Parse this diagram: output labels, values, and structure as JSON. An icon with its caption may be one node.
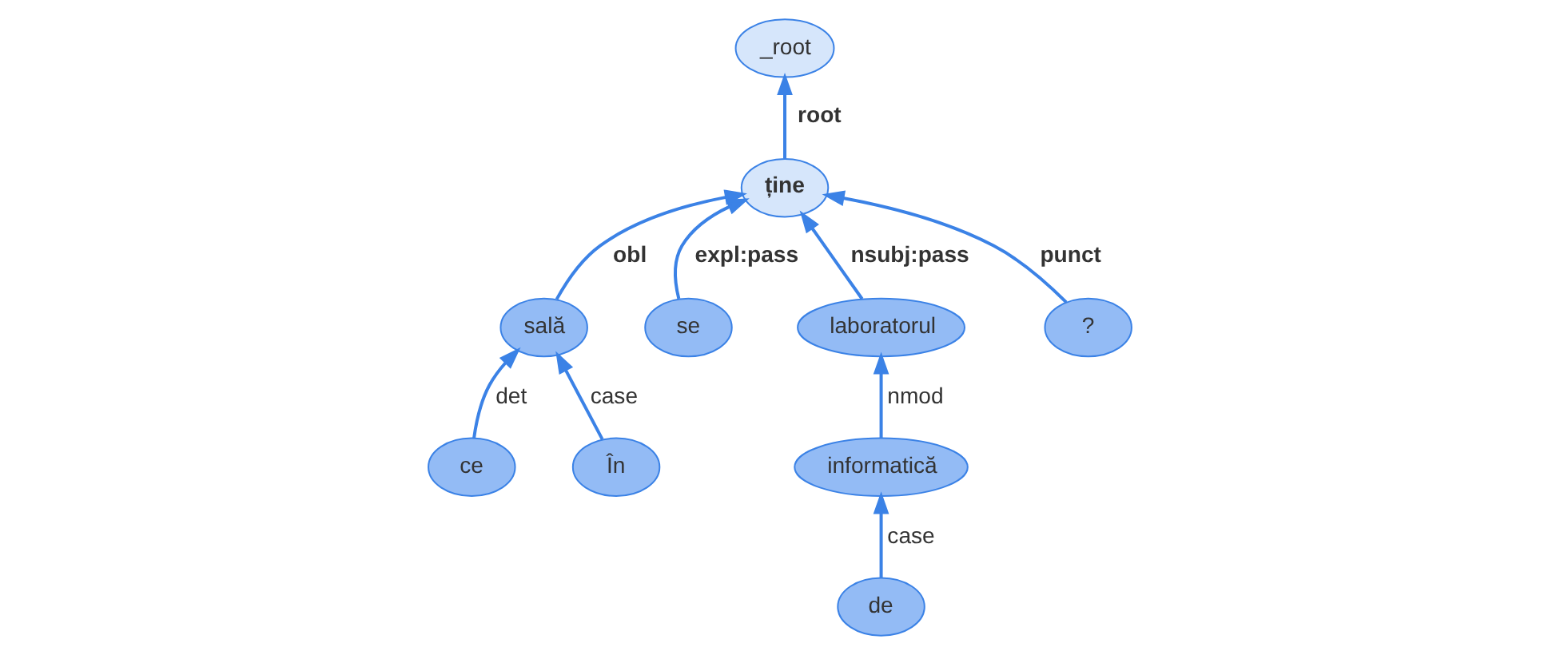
{
  "diagram": {
    "nodes": [
      {
        "text": [
          "_root"
        ]
      },
      {
        "text": [
          "ține"
        ]
      },
      {
        "text": [
          "sală"
        ]
      },
      {
        "text": [
          "se"
        ]
      },
      {
        "text": [
          "laboratorul"
        ]
      },
      {
        "text": [
          "?"
        ]
      },
      {
        "text": [
          "ce"
        ]
      },
      {
        "text": [
          "În"
        ]
      },
      {
        "text": [
          "informatică"
        ]
      },
      {
        "text": [
          "de"
        ]
      }
    ],
    "edges": [
      {
        "from": 1,
        "to": 0,
        "arrow": "to",
        "label": "root"
      },
      {
        "from": 2,
        "to": 1,
        "arrow": "to",
        "label": "obl"
      },
      {
        "from": 3,
        "to": 1,
        "arrow": "to",
        "label": "expl:pass"
      },
      {
        "from": 4,
        "to": 1,
        "arrow": "to",
        "label": "nsubj:pass"
      },
      {
        "from": 5,
        "to": 1,
        "arrow": "to",
        "label": "punct"
      },
      {
        "from": 6,
        "to": 2,
        "arrow": "to",
        "label": "det"
      },
      {
        "from": 7,
        "to": 2,
        "arrow": "to",
        "label": "case"
      },
      {
        "from": 8,
        "to": 4,
        "arrow": "to",
        "label": "nmod"
      },
      {
        "from": 9,
        "to": 8,
        "arrow": "to",
        "label": "case"
      }
    ]
  }
}
